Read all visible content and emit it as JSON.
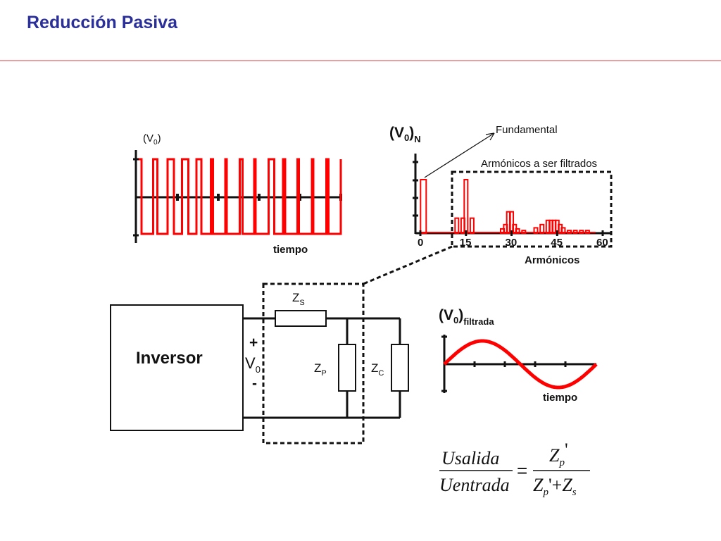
{
  "title": "Reducción Pasiva",
  "colors": {
    "title": "#2a2f9a",
    "signal": "#ff0000",
    "rule": "#e8a0a0",
    "ink": "#111111"
  },
  "pwm_plot": {
    "ylabel_main": "(V",
    "ylabel_sub": "0",
    "ylabel_close": ")",
    "xlabel": "tiempo",
    "pulse_widths": [
      4,
      6,
      9,
      9,
      7,
      3,
      2,
      4,
      2,
      8,
      3,
      2,
      2,
      3
    ]
  },
  "spectrum": {
    "ylabel_main": "(V",
    "ylabel_sub": "0",
    "ylabel_sub2": "N",
    "ylabel_close": ")",
    "xlabel": "Armónicos",
    "xticks": [
      "0",
      "15",
      "30",
      "45",
      "60"
    ],
    "annotation_fundamental": "Fundamental",
    "annotation_harmonics": "Armónicos a ser filtrados"
  },
  "chart_data": {
    "type": "bar",
    "title": "",
    "xlabel": "Armónicos",
    "ylabel": "(V0)N",
    "xlim": [
      0,
      60
    ],
    "x": [
      1,
      12,
      14,
      15,
      17,
      27,
      28,
      29,
      30,
      31,
      32,
      34,
      38,
      40,
      42,
      43,
      44,
      45,
      46,
      47,
      49,
      51,
      53,
      55
    ],
    "values": [
      1.0,
      0.28,
      0.28,
      1.0,
      0.28,
      0.08,
      0.16,
      0.4,
      0.4,
      0.16,
      0.08,
      0.05,
      0.1,
      0.16,
      0.24,
      0.24,
      0.24,
      0.24,
      0.16,
      0.1,
      0.05,
      0.05,
      0.05,
      0.05
    ]
  },
  "circuit": {
    "inverter_label": "Inversor",
    "plus": "+",
    "minus": "-",
    "v_main": "V",
    "v_sub": "0",
    "zs_main": "Z",
    "zs_sub": "S",
    "zp_main": "Z",
    "zp_sub": "P",
    "zc_main": "Z",
    "zc_sub": "C"
  },
  "filtered_plot": {
    "ylabel_main": "(V",
    "ylabel_sub": "0",
    "ylabel_close": ")",
    "ylabel_sub2": "filtrada",
    "xlabel": "tiempo"
  },
  "formula": {
    "num_left": "Usalida",
    "den_left": "Uentrada",
    "equals": "=",
    "num_right_main": "Z",
    "num_right_sub": "p",
    "num_right_prime": "'",
    "den_right_a": "Z",
    "den_right_a_sub": "p",
    "den_right_plus": "'+",
    "den_right_b": "Z",
    "den_right_b_sub": "s"
  }
}
